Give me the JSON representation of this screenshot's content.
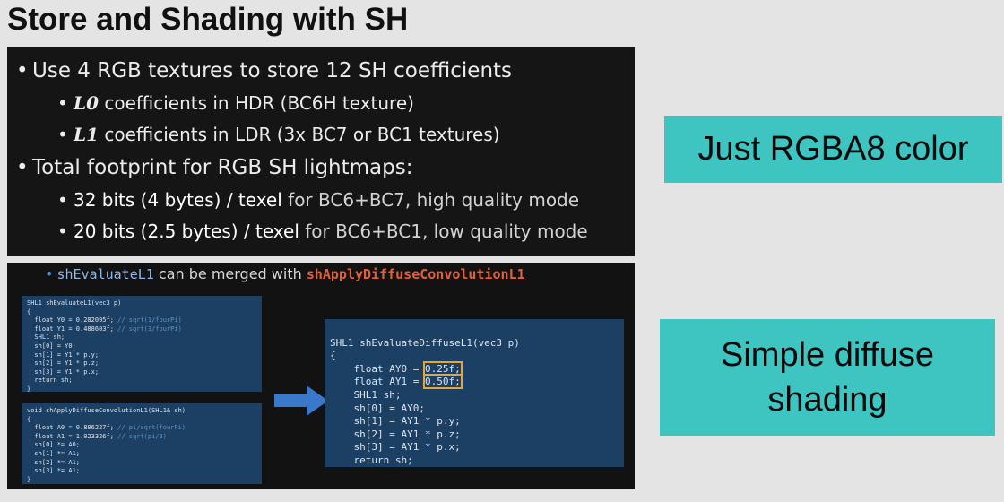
{
  "title": "Store and Shading with SH",
  "top_panel": {
    "bullet1": "Use 4 RGB textures to store 12 SH coefficients",
    "bullet1_subs": [
      {
        "math": "L0",
        "text": " coefficients in HDR (BC6H texture)"
      },
      {
        "math": "L1",
        "text": " coefficients in LDR (3x BC7 or BC1 textures)"
      }
    ],
    "bullet2": "Total footprint for RGB SH lightmaps:",
    "bullet2_subs": [
      {
        "strong": "32 bits (4 bytes) / texel",
        "rest": " for BC6+BC7, high quality mode"
      },
      {
        "strong": "20 bits (2.5 bytes) / texel",
        "rest": " for BC6+BC1, low quality mode"
      }
    ],
    "bullet_glyph": "•"
  },
  "bottom_panel": {
    "header_fn1": "shEvaluateL1",
    "header_mid": " can be merged with ",
    "header_fn2": "shApplyDiffuseConvolutionL1",
    "code_eval": [
      "SHL1 shEvaluateL1(vec3 p)",
      "{",
      "  float Y0 = 0.282095f; // sqrt(1/fourPi)",
      "  float Y1 = 0.488603f; // sqrt(3/fourPi)",
      "  SHL1 sh;",
      "  sh[0] = Y0;",
      "  sh[1] = Y1 * p.y;",
      "  sh[2] = Y1 * p.z;",
      "  sh[3] = Y1 * p.x;",
      "  return sh;",
      "}"
    ],
    "code_conv": [
      "void shApplyDiffuseConvolutionL1(SHL1& sh)",
      "{",
      "  float A0 = 0.886227f; // pi/sqrt(fourPi)",
      "  float A1 = 1.023326f; // sqrt(pi/3)",
      "  sh[0] *= A0;",
      "  sh[1] *= A1;",
      "  sh[2] *= A1;",
      "  sh[3] *= A1;",
      "}"
    ],
    "code_merged": {
      "line0": "SHL1 shEvaluateDiffuseL1(vec3 p)",
      "line1": "{",
      "line2_pre": "    float AY0 = ",
      "line2_val": "0.25f;",
      "line3_pre": "    float AY1 = ",
      "line3_val": "0.50f;",
      "rest": [
        "    SHL1 sh;",
        "    sh[0] = AY0;",
        "    sh[1] = AY1 * p.y;",
        "    sh[2] = AY1 * p.z;",
        "    sh[3] = AY1 * p.x;",
        "    return sh;",
        "}"
      ]
    }
  },
  "callouts": {
    "first": "Just RGBA8 color",
    "second_line1": "Simple diffuse",
    "second_line2": "shading"
  },
  "colors": {
    "code_bg": "#1c3f64",
    "callout_bg": "#3ec5c2",
    "highlight": "#e8a630",
    "arrow": "#3a78c9"
  }
}
